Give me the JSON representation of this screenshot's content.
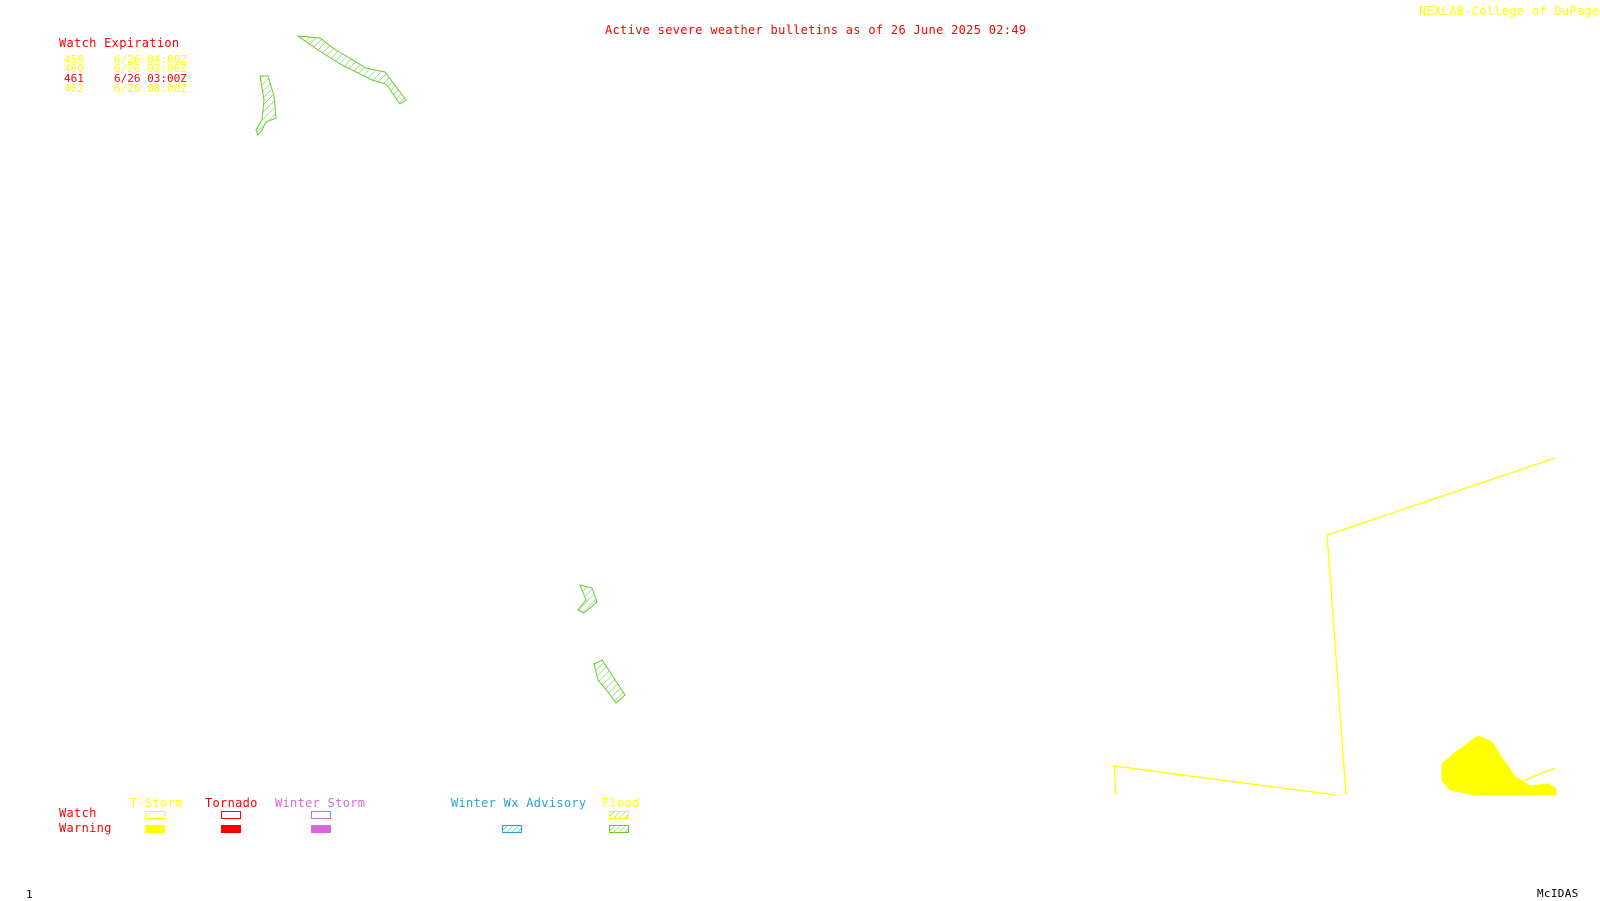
{
  "header": {
    "title": "Active severe weather bulletins as of 26 June 2025 02:49",
    "credit": "NEXLAB-College of DuPage R"
  },
  "watch_table": {
    "heading": "Watch Expiration",
    "rows": [
      {
        "id": "459",
        "expires": "6/26 04:00Z",
        "color": "#ffff00"
      },
      {
        "id": "460",
        "expires": "6/26 03:00Z",
        "color": "#ffff00"
      },
      {
        "id": "461",
        "expires": "6/26 03:00Z",
        "color": "#ff0000"
      },
      {
        "id": "462",
        "expires": "6/26 08:00Z",
        "color": "#ffff00"
      }
    ]
  },
  "legend": {
    "row_watch": "Watch",
    "row_warning": "Warning",
    "columns": [
      {
        "label": "T-Storm",
        "color": "#ffff00",
        "watch_style": "outline",
        "warning_style": "solid"
      },
      {
        "label": "Tornado",
        "color": "#ff0000",
        "watch_style": "outline",
        "warning_style": "solid"
      },
      {
        "label": "Winter Storm",
        "color": "#d966d9",
        "watch_style": "outline",
        "warning_style": "solid"
      },
      {
        "label": "Winter Wx Advisory",
        "color": "#2a9fd6",
        "warning_style": "hatched"
      },
      {
        "label": "Flood",
        "color": "#ffff00",
        "hatch_color": "#66cc33",
        "watch_style": "hatched",
        "warning_style": "hatched"
      }
    ]
  },
  "map": {
    "colors": {
      "flood": "#66cc33",
      "tstorm_watch": "#ffff00"
    }
  },
  "footer": {
    "frame_number": "1",
    "software": "McIDAS"
  }
}
